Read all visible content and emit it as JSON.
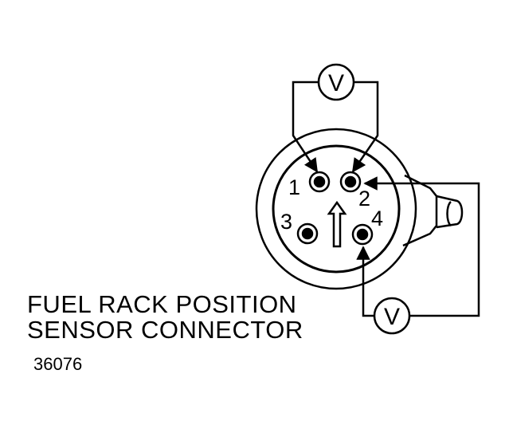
{
  "caption": {
    "line1": "FUEL RACK POSITION",
    "line2": "SENSOR CONNECTOR"
  },
  "figure_number": "36076",
  "meter_symbol": "V",
  "pins": [
    "1",
    "2",
    "3",
    "4"
  ]
}
